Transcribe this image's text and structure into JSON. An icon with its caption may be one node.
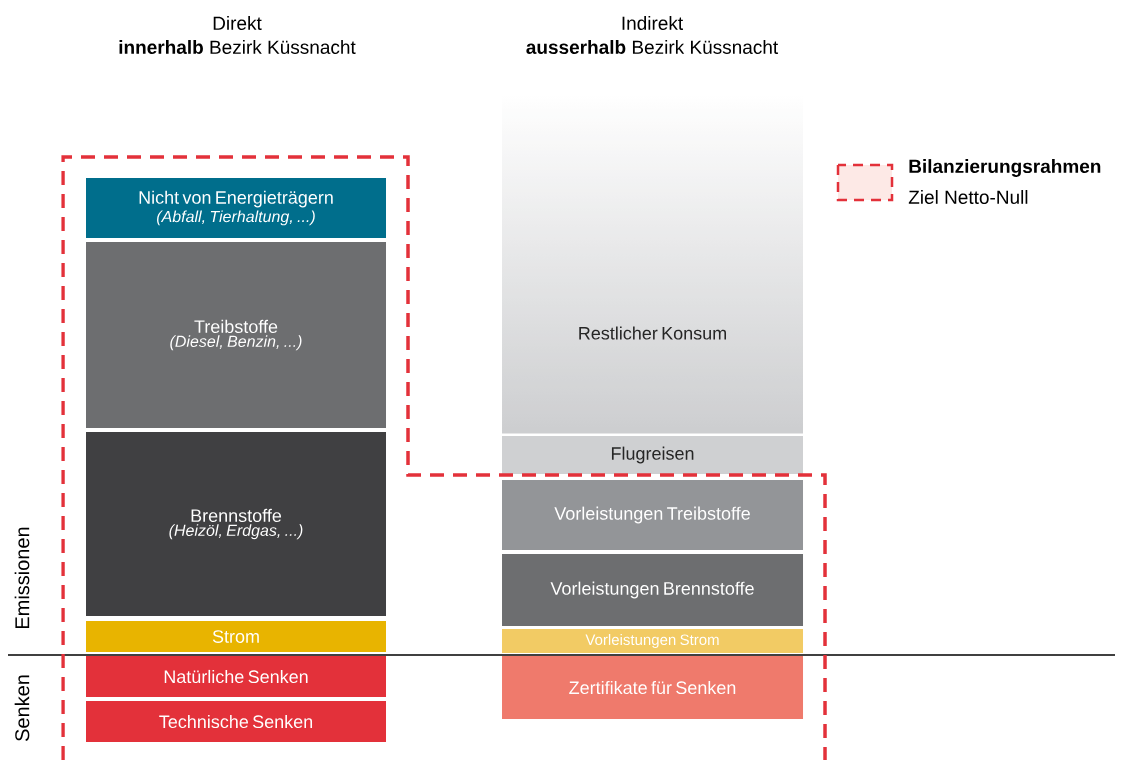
{
  "diagram": {
    "nodes": [
      {
        "text": [
          "Nicht von Energieträgern",
          "(Abfall, Tierhaltung, ...)"
        ]
      },
      {
        "text": [
          "Treibstoffe",
          "(Diesel, Benzin, ...)"
        ]
      },
      {
        "text": [
          "Brennstoffe",
          "(Heizöl, Erdgas, ...)"
        ]
      },
      {
        "text": [
          "Strom"
        ]
      },
      {
        "text": [
          "Natürliche Senken"
        ]
      },
      {
        "text": [
          "Technische Senken"
        ]
      },
      {
        "text": [
          "Restlicher Konsum"
        ]
      },
      {
        "text": [
          "Flugreisen"
        ]
      },
      {
        "text": [
          "Vorleistungen Treibstoffe"
        ]
      },
      {
        "text": [
          "Vorleistungen Brennstoffe"
        ]
      },
      {
        "text": [
          "Vorleistungen Strom"
        ]
      },
      {
        "text": [
          "Zertifikate für Senken"
        ]
      }
    ],
    "edges": [],
    "labels": [
      "Direkt",
      "**innerhalb** Bezirk Küssnacht",
      "Indirekt",
      "**ausserhalb** Bezirk Küssnacht",
      "Ziel Netto-Null",
      "Emissionen",
      "Senken"
    ],
    "legend": [
      {
        "text": "Bilanzierungsrahmen"
      }
    ]
  }
}
